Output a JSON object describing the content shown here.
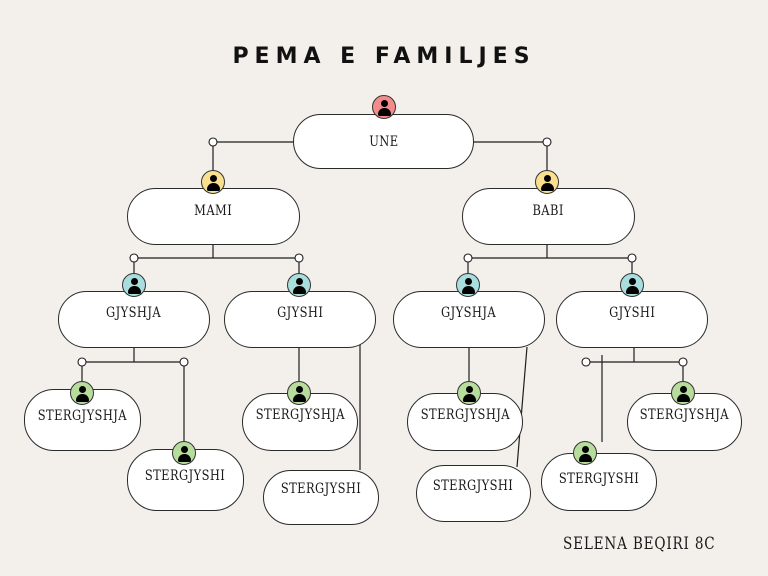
{
  "title": "PEMA E FAMILJES",
  "signature": "SELENA BEQIRI 8C",
  "colors": {
    "background": "#f3efea",
    "self": "#f28b8b",
    "parents": "#f9e08f",
    "grandparents": "#a8dedd",
    "great_grandparents": "#b7dd9c"
  },
  "nodes": {
    "self": {
      "label": "UNE"
    },
    "mother": {
      "label": "MAMI"
    },
    "father": {
      "label": "BABI"
    },
    "maternal_grandmother": {
      "label": "GJYSHJA"
    },
    "maternal_grandfather": {
      "label": "GJYSHI"
    },
    "paternal_grandmother": {
      "label": "GJYSHJA"
    },
    "paternal_grandfather": {
      "label": "GJYSHI"
    },
    "mgm_great_grandmother": {
      "label": "STERGJYSHJA"
    },
    "mgm_great_grandfather": {
      "label": "STERGJYSHI"
    },
    "mgf_great_grandmother": {
      "label": "STERGJYSHJA"
    },
    "mgf_great_grandfather": {
      "label": "STERGJYSHI"
    },
    "pgm_great_grandmother": {
      "label": "STERGJYSHJA"
    },
    "pgm_great_grandfather": {
      "label": "STERGJYSHI"
    },
    "pgf_great_grandmother": {
      "label": "STERGJYSHJA"
    },
    "pgf_great_grandfather": {
      "label": "STERGJYSHI"
    }
  }
}
